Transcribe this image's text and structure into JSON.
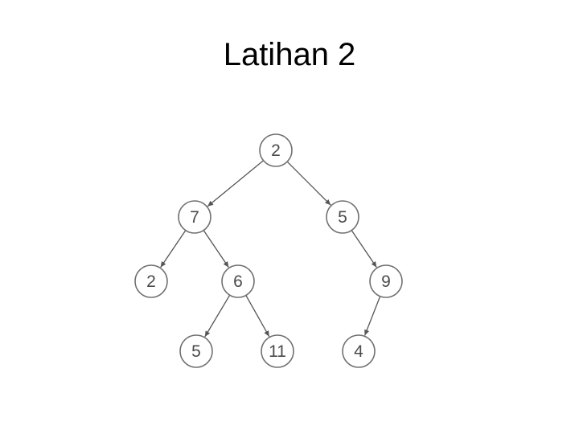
{
  "slide": {
    "title": "Latihan 2"
  },
  "tree": {
    "nodes": [
      {
        "id": "n1",
        "value": "2"
      },
      {
        "id": "n2",
        "value": "7"
      },
      {
        "id": "n3",
        "value": "5"
      },
      {
        "id": "n4",
        "value": "2"
      },
      {
        "id": "n5",
        "value": "6"
      },
      {
        "id": "n6",
        "value": "9"
      },
      {
        "id": "n7",
        "value": "5"
      },
      {
        "id": "n8",
        "value": "11"
      },
      {
        "id": "n9",
        "value": "4"
      }
    ],
    "edges": [
      {
        "from": "n1",
        "to": "n2"
      },
      {
        "from": "n1",
        "to": "n3"
      },
      {
        "from": "n2",
        "to": "n4"
      },
      {
        "from": "n2",
        "to": "n5"
      },
      {
        "from": "n3",
        "to": "n6"
      },
      {
        "from": "n5",
        "to": "n7"
      },
      {
        "from": "n5",
        "to": "n8"
      },
      {
        "from": "n6",
        "to": "n9"
      }
    ],
    "colors": {
      "node_stroke": "#707070",
      "edge": "#555555",
      "label": "#4a4a4a"
    }
  }
}
